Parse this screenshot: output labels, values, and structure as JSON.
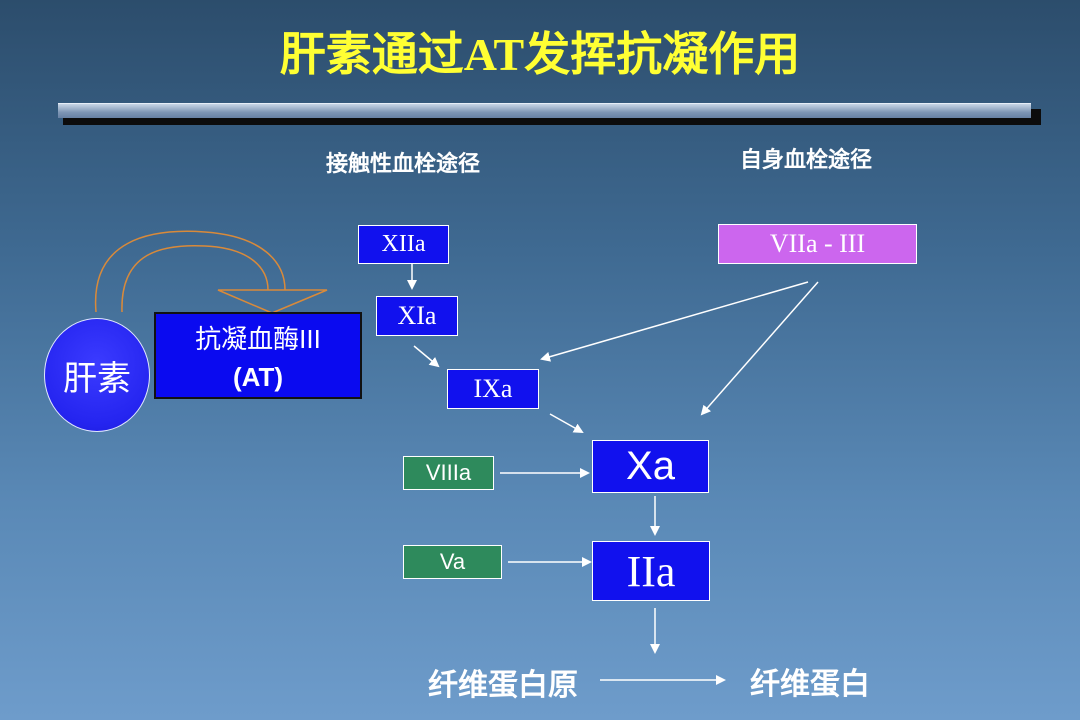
{
  "title": "肝素通过AT发挥抗凝作用",
  "paths": {
    "contact": "接触性血栓途径",
    "intrinsic": "自身血栓途径"
  },
  "heparin": "肝素",
  "antithrombin": {
    "line1": "抗凝血酶III",
    "line2": "(AT)"
  },
  "factors": {
    "xiia": "XIIa",
    "xia": "XIa",
    "ixa": "IXa",
    "viia_iii": "VIIa - III",
    "viiia": "VIIIa",
    "va": "Va",
    "xa": "Xa",
    "iia": "IIa"
  },
  "products": {
    "fibrinogen": "纤维蛋白原",
    "fibrin": "纤维蛋白"
  },
  "colors": {
    "title": "#ffff33",
    "factor_blue": "#1111ee",
    "cofactor_green": "#2e8a5c",
    "viia_violet": "#cc66ee",
    "arrow_orange": "#d98a3a"
  }
}
